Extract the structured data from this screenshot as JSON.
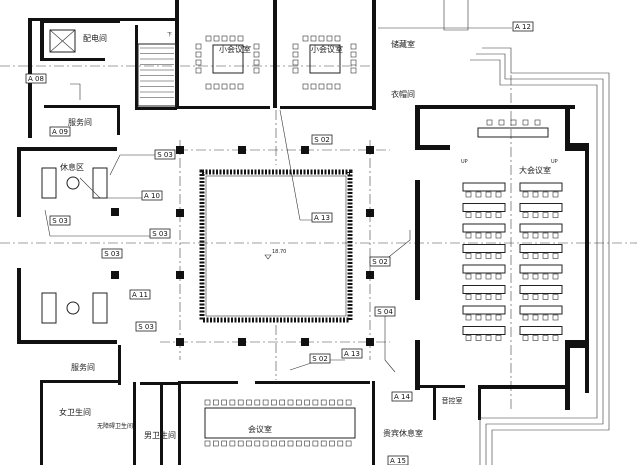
{
  "rooms": {
    "power_room": "配电间",
    "service_room_top": "服务间",
    "lounge": "休息区",
    "small_meeting_1": "小会议室",
    "small_meeting_2": "小会议室",
    "storage": "储藏室",
    "cloakroom": "衣帽间",
    "large_meeting": "大会议室",
    "service_room_bottom": "服务间",
    "womens_wc": "女卫生间",
    "accessible_wc": "无障碍卫生间",
    "mens_wc": "男卫生间",
    "meeting_room": "会议室",
    "vip_lounge": "贵宾休息室",
    "av_control": "音控室"
  },
  "stair_labels": {
    "down": "下",
    "up_left": "UP",
    "up_right": "UP"
  },
  "elevation": "18.70",
  "tags": {
    "a08": "A 08",
    "a09": "A 09",
    "a10": "A 10",
    "a11": "A 11",
    "a12": "A 12",
    "a13": "A 13",
    "a13b": "A 13",
    "a14": "A 14",
    "a15": "A 15",
    "s02a": "S 02",
    "s02b": "S 02",
    "s02c": "S 02",
    "s03a": "S 03",
    "s03b": "S 03",
    "s03c": "S 03",
    "s03d": "S 03",
    "s03e": "S 03",
    "s04": "S 04"
  }
}
